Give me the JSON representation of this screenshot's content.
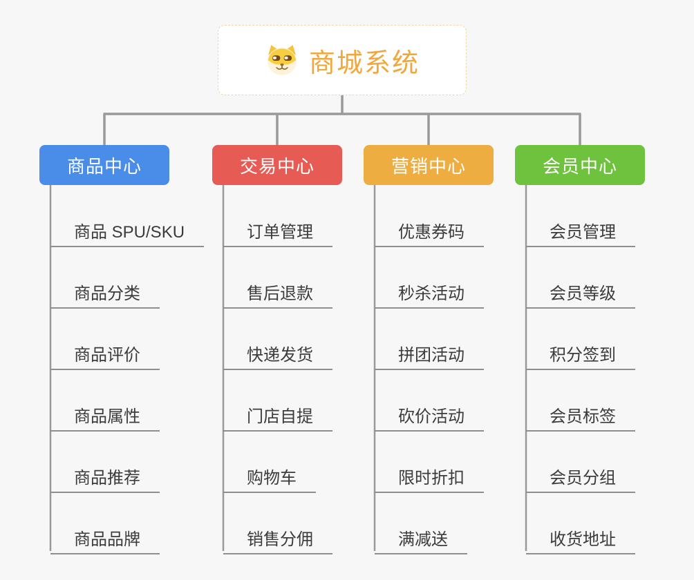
{
  "root": {
    "title": "商城系统",
    "icon": "doge-face-icon"
  },
  "branches": [
    {
      "label": "商品中心",
      "color": "#4a8de9",
      "children": [
        "商品 SPU/SKU",
        "商品分类",
        "商品评价",
        "商品属性",
        "商品推荐",
        "商品品牌"
      ]
    },
    {
      "label": "交易中心",
      "color": "#e65b53",
      "children": [
        "订单管理",
        "售后退款",
        "快递发货",
        "门店自提",
        "购物车",
        "销售分佣"
      ]
    },
    {
      "label": "营销中心",
      "color": "#eead41",
      "children": [
        "优惠券码",
        "秒杀活动",
        "拼团活动",
        "砍价活动",
        "限时折扣",
        "满减送"
      ]
    },
    {
      "label": "会员中心",
      "color": "#6fc23e",
      "children": [
        "会员管理",
        "会员等级",
        "积分签到",
        "会员标签",
        "会员分组",
        "收货地址"
      ]
    }
  ],
  "colors": {
    "background": "#f7f7f7",
    "root_title": "#f1a73b",
    "root_border": "#f2d5a0",
    "connector": "#999999",
    "underline": "#8e8e8e",
    "child_text": "#3b3b3b"
  }
}
